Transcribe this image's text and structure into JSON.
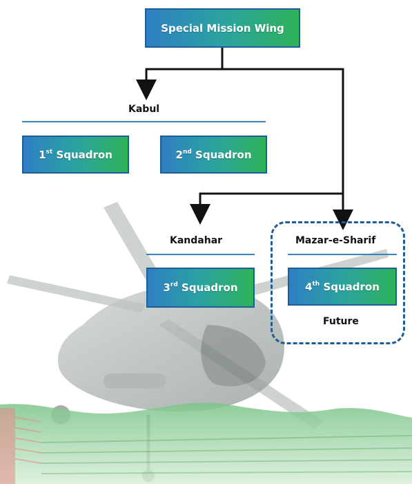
{
  "diagram": {
    "root": {
      "label": "Special Mission Wing"
    },
    "groups": [
      {
        "location": "Kabul",
        "squadrons": [
          {
            "num": "1",
            "suffix": "st",
            "word": "Squadron"
          },
          {
            "num": "2",
            "suffix": "nd",
            "word": "Squadron"
          }
        ]
      },
      {
        "location": "Kandahar",
        "squadrons": [
          {
            "num": "3",
            "suffix": "rd",
            "word": "Squadron"
          }
        ]
      },
      {
        "location": "Mazar-e-Sharif",
        "squadrons": [
          {
            "num": "4",
            "suffix": "th",
            "word": "Squadron"
          }
        ],
        "status": "Future"
      }
    ]
  },
  "colors": {
    "box_gradient_start": "#2f7fc4",
    "box_gradient_end": "#2fb25a",
    "box_border": "#1f5d96",
    "divider": "#3b7fc0",
    "connector": "#111111",
    "future_frame": "#1f5d96",
    "ground_green": "#5fb86a",
    "ground_red": "#e88a8a"
  }
}
